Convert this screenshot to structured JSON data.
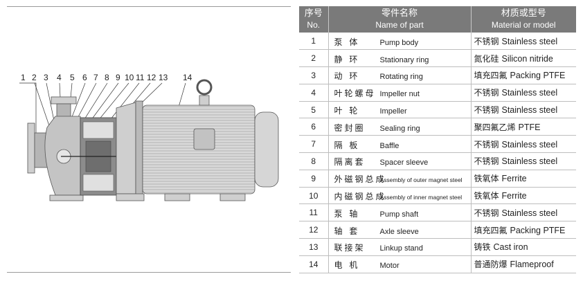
{
  "drawing": {
    "callouts": [
      "1",
      "2",
      "3",
      "4",
      "5",
      "6",
      "7",
      "8",
      "9",
      "10",
      "11",
      "12",
      "13",
      "14"
    ]
  },
  "table": {
    "headers": {
      "no_zh": "序号",
      "no_en": "No.",
      "part_zh": "零件名称",
      "part_en": "Name of part",
      "material_zh": "材质或型号",
      "material_en": "Material or model"
    },
    "rows": [
      {
        "no": "1",
        "name_zh": "泵 体",
        "name_en": "Pump body",
        "mat_zh": "不锈钢",
        "mat_en": "Stainless steel"
      },
      {
        "no": "2",
        "name_zh": "静 环",
        "name_en": "Stationary ring",
        "mat_zh": "氮化硅",
        "mat_en": "Silicon nitride"
      },
      {
        "no": "3",
        "name_zh": "动 环",
        "name_en": "Rotating ring",
        "mat_zh": "填充四氟",
        "mat_en": "Packing PTFE"
      },
      {
        "no": "4",
        "name_zh": "叶轮螺母",
        "name_en": "Impeller nut",
        "mat_zh": "不锈钢",
        "mat_en": "Stainless steel"
      },
      {
        "no": "5",
        "name_zh": "叶 轮",
        "name_en": "Impeller",
        "mat_zh": "不锈钢",
        "mat_en": "Stainless steel"
      },
      {
        "no": "6",
        "name_zh": "密封圈",
        "name_en": "Sealing ring",
        "mat_zh": "聚四氟乙烯",
        "mat_en": "PTFE"
      },
      {
        "no": "7",
        "name_zh": "隔 板",
        "name_en": "Baffle",
        "mat_zh": "不锈钢",
        "mat_en": "Stainless steel"
      },
      {
        "no": "8",
        "name_zh": "隔离套",
        "name_en": "Spacer sleeve",
        "mat_zh": "不锈钢",
        "mat_en": "Stainless steel"
      },
      {
        "no": "9",
        "name_zh": "外磁钢总成",
        "name_en": "Assembly of outer magnet steel",
        "mat_zh": "铁氧体",
        "mat_en": "Ferrite"
      },
      {
        "no": "10",
        "name_zh": "内磁钢总成",
        "name_en": "Assembly of inner magnet steel",
        "mat_zh": "铁氧体",
        "mat_en": "Ferrite"
      },
      {
        "no": "11",
        "name_zh": "泵 轴",
        "name_en": "Pump shaft",
        "mat_zh": "不锈钢",
        "mat_en": "Stainless steel"
      },
      {
        "no": "12",
        "name_zh": "轴 套",
        "name_en": "Axle sleeve",
        "mat_zh": "填充四氟",
        "mat_en": "Packing PTFE"
      },
      {
        "no": "13",
        "name_zh": "联接架",
        "name_en": "Linkup stand",
        "mat_zh": "铸铁",
        "mat_en": "Cast iron"
      },
      {
        "no": "14",
        "name_zh": "电 机",
        "name_en": "Motor",
        "mat_zh": "普通防爆",
        "mat_en": "Flameproof"
      }
    ]
  }
}
